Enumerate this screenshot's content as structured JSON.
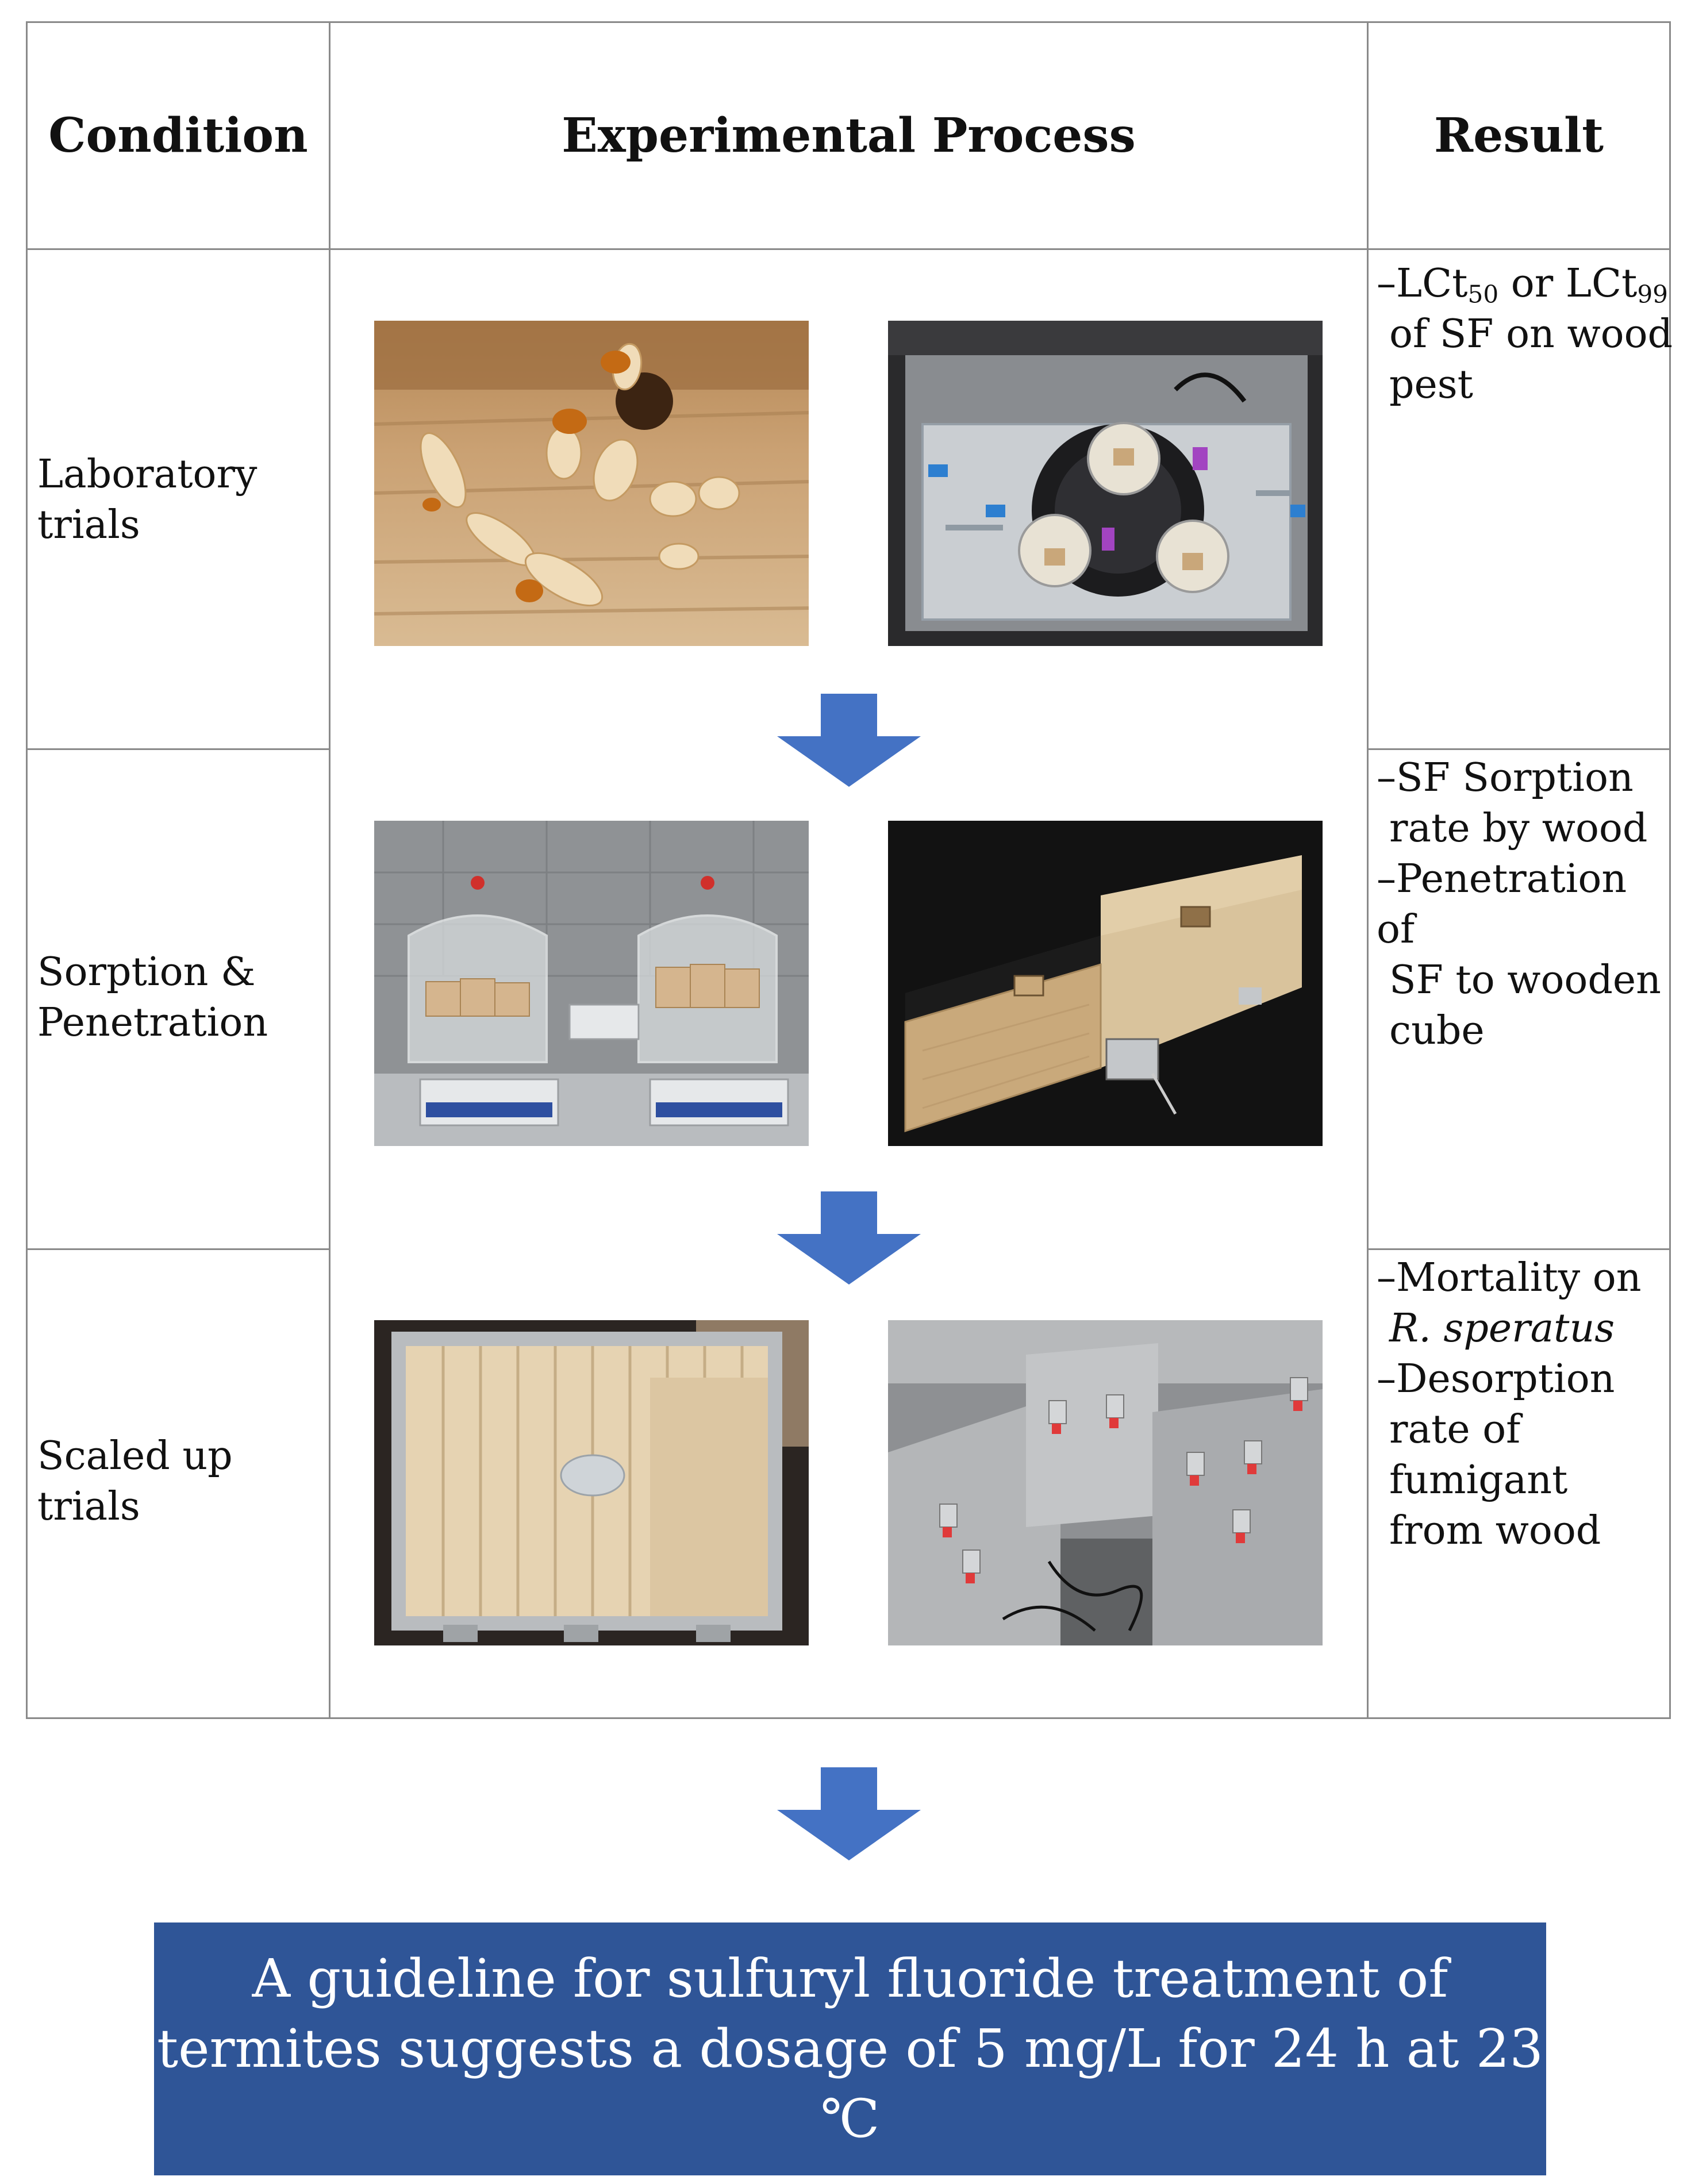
{
  "headers": {
    "condition": "Condition",
    "process": "Experimental Process",
    "result": "Result"
  },
  "rows": [
    {
      "condition": [
        "Laboratory",
        "trials"
      ],
      "result": {
        "line1_a": "–LCt",
        "line1_sub1": "50",
        "line1_b": " or LCt",
        "line1_sub2": "99",
        "line2": "of SF on wood",
        "line3": "pest"
      },
      "photos": [
        "termites-photo",
        "fumigation-chamber-photo"
      ]
    },
    {
      "condition": [
        "Sorption &",
        "Penetration"
      ],
      "result": [
        "–SF Sorption",
        "rate by wood",
        "–Penetration of",
        "SF to wooden",
        "cube"
      ],
      "photos": [
        "desiccator-photo",
        "wooden-cube-photo"
      ]
    },
    {
      "condition": [
        "Scaled up",
        "trials"
      ],
      "result": {
        "line1": "–Mortality on",
        "line2": "R. speratus",
        "line3": "–Desorption",
        "line4": "rate of",
        "line5": "fumigant",
        "line6": "from wood"
      },
      "photos": [
        "wood-boards-photo",
        "steel-chambers-photo"
      ]
    }
  ],
  "conclusion": {
    "line1": "A guideline for sulfuryl fluoride treatment of",
    "line2": "termites suggests a dosage of 5 mg/L for 24 h at 23 ℃"
  },
  "colors": {
    "arrow": "#4472c4",
    "banner": "#2f5597",
    "grid": "#8a8a8a"
  }
}
